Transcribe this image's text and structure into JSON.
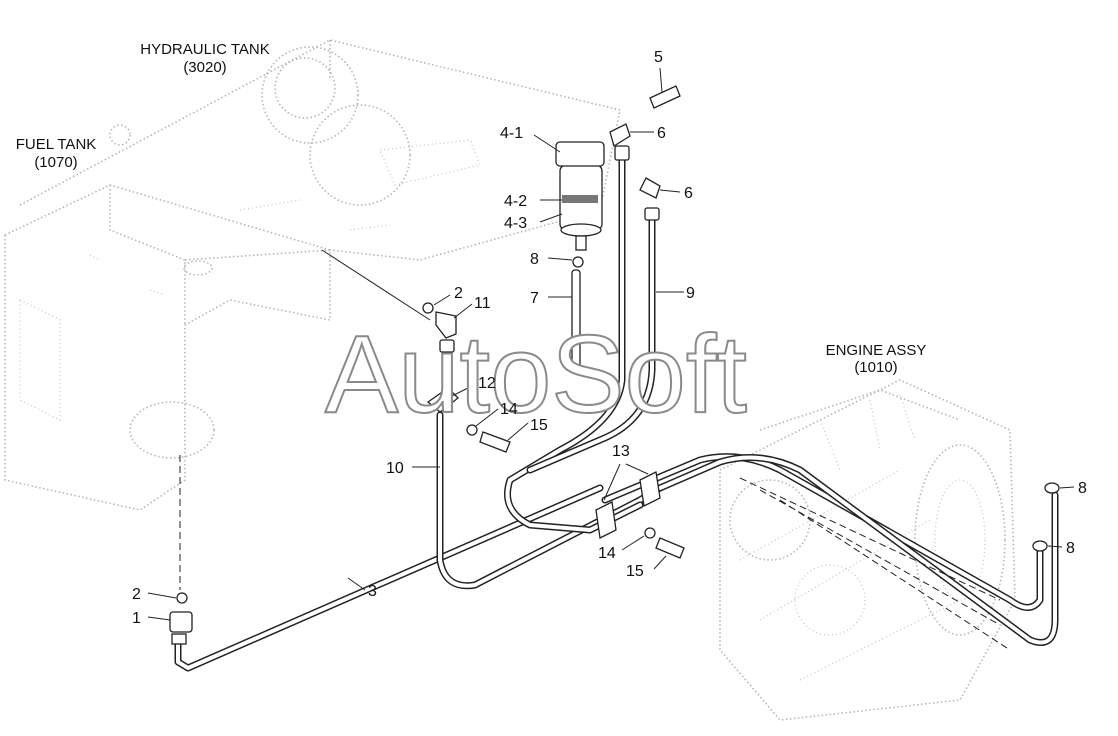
{
  "assemblies": {
    "hydraulic_tank": {
      "name": "HYDRAULIC TANK",
      "code": "(3020)"
    },
    "fuel_tank": {
      "name": "FUEL TANK",
      "code": "(1070)"
    },
    "engine": {
      "name": "ENGINE ASSY",
      "code": "(1010)"
    }
  },
  "watermark": "AutoSoft",
  "callouts": {
    "c1": "1",
    "c2a": "2",
    "c2b": "2",
    "c3": "3",
    "c4_1": "4-1",
    "c4_2": "4-2",
    "c4_3": "4-3",
    "c5": "5",
    "c6a": "6",
    "c6b": "6",
    "c7": "7",
    "c8a": "8",
    "c8b": "8",
    "c8c": "8",
    "c9": "9",
    "c10": "10",
    "c11": "11",
    "c12": "12",
    "c13": "13",
    "c14a": "14",
    "c14b": "14",
    "c15a": "15",
    "c15b": "15"
  }
}
